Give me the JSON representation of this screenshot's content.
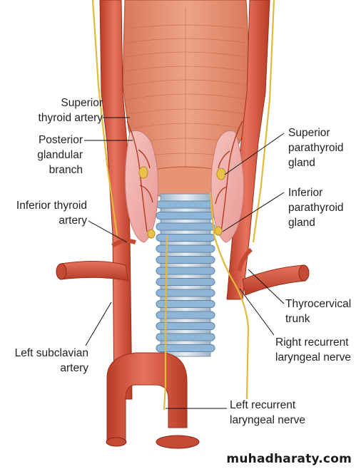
{
  "labels": {
    "superior_thyroid_artery": [
      "Superior",
      "thyroid artery"
    ],
    "posterior_glandular_branch": [
      "Posterior",
      "glandular",
      "branch"
    ],
    "inferior_thyroid_artery": [
      "Inferior thyroid",
      "artery"
    ],
    "left_subclavian_artery": [
      "Left subclavian",
      "artery"
    ],
    "superior_parathyroid_gland": [
      "Superior",
      "parathyroid",
      "gland"
    ],
    "inferior_parathyroid_gland": [
      "Inferior",
      "parathyroid",
      "gland"
    ],
    "thyrocervical_trunk": [
      "Thyrocervical",
      "trunk"
    ],
    "right_recurrent_laryngeal_nerve": [
      "Right recurrent",
      "laryngeal nerve"
    ],
    "left_recurrent_laryngeal_nerve": [
      "Left recurrent",
      "laryngeal nerve"
    ]
  },
  "watermark": "muhadharaty.com",
  "colors": {
    "muscle": "#e2896a",
    "muscle_dark": "#c4603f",
    "artery": "#d9533d",
    "artery_dark": "#a8321f",
    "gland": "#f2b4b0",
    "parathyroid": "#e8c24a",
    "cartilage": "#8fb6d6",
    "nerve": "#e9c24b",
    "leader": "#111111"
  }
}
